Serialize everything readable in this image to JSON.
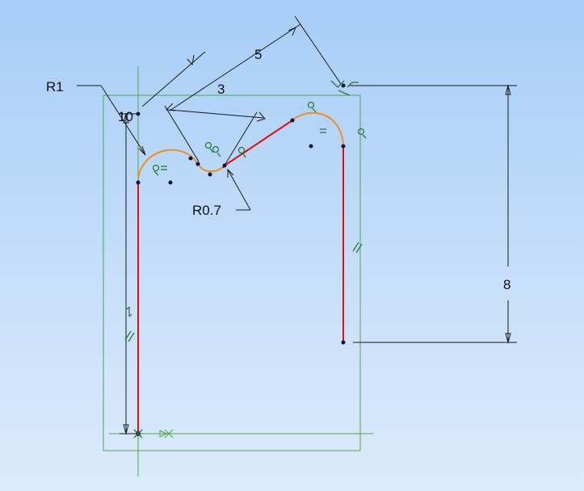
{
  "sketch": {
    "dimensions": {
      "radius_1": "R1",
      "radius_2": "R0.7",
      "length_10": "10",
      "length_3": "3",
      "length_5": "5",
      "length_8": "8"
    },
    "colors": {
      "background_top": "#a6cdf7",
      "background_bottom": "#dbeafb",
      "frame": "#4aa84a",
      "line": "#e01010",
      "arc": "#f0901e",
      "constraint": "#2a7a3a",
      "dimension": "#1a1a1a"
    },
    "constraint_symbols": [
      "equal-icon",
      "parallel-icon",
      "tangent-icon",
      "vertical-icon",
      "coincident-icon"
    ]
  }
}
